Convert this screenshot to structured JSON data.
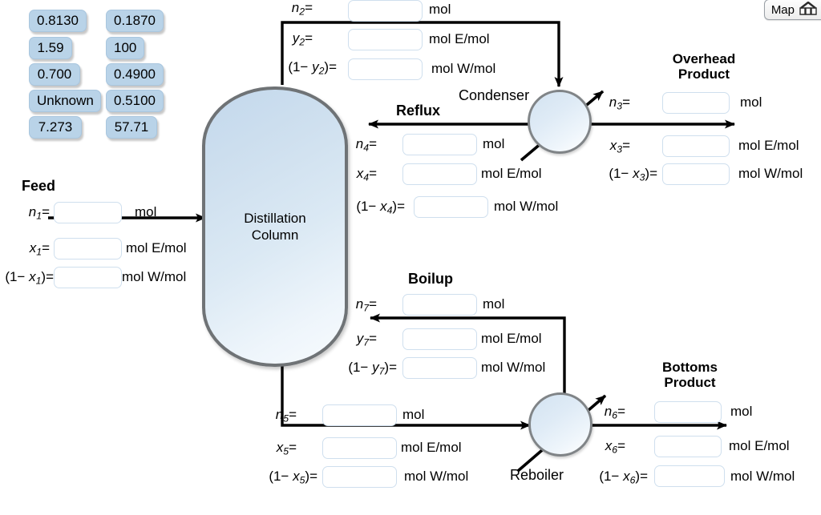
{
  "title": "Distillation Column Material Balance Diagram",
  "map_button": {
    "label": "Map",
    "icon": "house-icon"
  },
  "value_bank": {
    "name": "draggable value tiles",
    "column_left": [
      "0.8130",
      "1.59",
      "0.700",
      "Unknown",
      "7.273"
    ],
    "column_right": [
      "0.1870",
      "100",
      "0.4900",
      "0.5100",
      "57.71"
    ]
  },
  "equipment": {
    "column": {
      "label_line1": "Distillation",
      "label_line2": "Column"
    },
    "condenser": {
      "label": "Condenser"
    },
    "reboiler": {
      "label": "Reboiler"
    }
  },
  "streams": {
    "overhead_vapor": {
      "heading": "",
      "rows": [
        {
          "label": "n",
          "sub": "2",
          "prefix": "",
          "value": "",
          "placeholder": "",
          "unit": "mol"
        },
        {
          "label": "y",
          "sub": "2",
          "prefix": "",
          "value": "",
          "placeholder": "",
          "unit": "mol E/mol"
        },
        {
          "label": "y",
          "sub": "2",
          "prefix": "(1− ",
          "value": "",
          "placeholder": "",
          "unit": "mol W/mol"
        }
      ]
    },
    "reflux": {
      "heading": "Reflux",
      "rows": [
        {
          "label": "n",
          "sub": "4",
          "value": "",
          "unit": "mol"
        },
        {
          "label": "x",
          "sub": "4",
          "value": "",
          "unit": "mol E/mol"
        },
        {
          "label": "x",
          "sub": "4",
          "value": "",
          "unit": "mol W/mol"
        }
      ]
    },
    "overhead_product": {
      "heading_line1": "Overhead",
      "heading_line2": "Product",
      "rows": [
        {
          "label": "n",
          "sub": "3",
          "value": "",
          "unit": "mol"
        },
        {
          "label": "x",
          "sub": "3",
          "value": "",
          "unit": "mol E/mol"
        },
        {
          "label": "x",
          "sub": "3",
          "value": "",
          "unit": "mol W/mol"
        }
      ]
    },
    "feed": {
      "heading": "Feed",
      "rows": [
        {
          "label": "n",
          "sub": "1",
          "value": "",
          "unit": "mol"
        },
        {
          "label": "x",
          "sub": "1",
          "value": "",
          "unit": "mol E/mol"
        },
        {
          "label": "x",
          "sub": "1",
          "value": "",
          "unit": "mol W/mol"
        }
      ]
    },
    "boilup": {
      "heading": "Boilup",
      "rows": [
        {
          "label": "n",
          "sub": "7",
          "value": "",
          "unit": "mol"
        },
        {
          "label": "y",
          "sub": "7",
          "value": "",
          "unit": "mol E/mol"
        },
        {
          "label": "y",
          "sub": "7",
          "value": "",
          "unit": "mol W/mol"
        }
      ]
    },
    "bottoms_liquid": {
      "heading": "",
      "rows": [
        {
          "label": "n",
          "sub": "5",
          "value": "",
          "unit": "mol"
        },
        {
          "label": "x",
          "sub": "5",
          "value": "",
          "unit": "mol E/mol"
        },
        {
          "label": "x",
          "sub": "5",
          "value": "",
          "unit": "mol W/mol"
        }
      ]
    },
    "bottoms_product": {
      "heading_line1": "Bottoms",
      "heading_line2": "Product",
      "rows": [
        {
          "label": "n",
          "sub": "6",
          "value": "",
          "unit": "mol"
        },
        {
          "label": "x",
          "sub": "6",
          "value": "",
          "unit": "mol E/mol"
        },
        {
          "label": "x",
          "sub": "6",
          "value": "",
          "unit": "mol W/mol"
        }
      ]
    }
  },
  "labels": {
    "n2": "n",
    "y2": "y",
    "sub_open": "(1− ",
    "sub_close": ")=",
    "eq": "=",
    "unit_mol": "mol",
    "unit_E": "mol E/mol",
    "unit_W": "mol W/mol"
  },
  "colors": {
    "tile_fill": "#b9d3e8",
    "vessel_border": "#6f7376",
    "vessel_fill_top": "#c3d8ec",
    "vessel_fill_bottom": "#f7fbfe",
    "input_border": "#cfdfee",
    "line": "#000000"
  }
}
